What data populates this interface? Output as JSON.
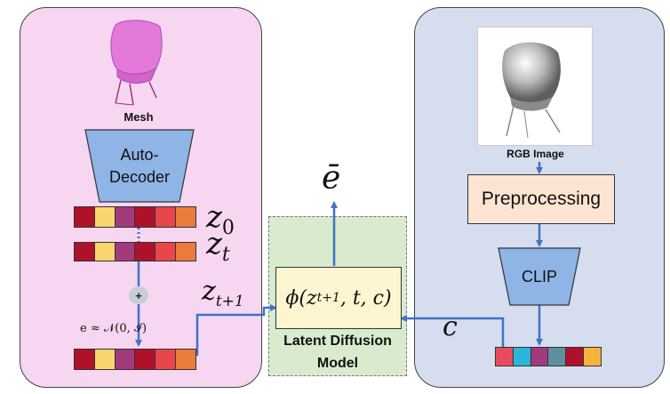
{
  "left_panel": {
    "mesh_label": "Mesh",
    "autodecoder_label_1": "Auto-",
    "autodecoder_label_2": "Decoder",
    "z0_label": "z",
    "z0_sub": "0",
    "zt_label": "z",
    "zt_sub": "t",
    "plus_label": "+",
    "noise_label": "e ≈ 𝒩(0, ℐ)",
    "colors": {
      "panel": "#f6d6f1",
      "trapezoid": "#8fb4e6"
    }
  },
  "vectors": {
    "z0_colors": [
      "#b0112a",
      "#f9d56e",
      "#a23b7d",
      "#b0112a",
      "#e8464a",
      "#ea7b3b"
    ],
    "zt_colors": [
      "#b0112a",
      "#f9d56e",
      "#a23b7d",
      "#b0112a",
      "#e8464a",
      "#ea7b3b"
    ],
    "noisy_colors": [
      "#b0112a",
      "#f9d56e",
      "#a23b7d",
      "#b0112a",
      "#e8464a",
      "#ea7b3b"
    ],
    "c_colors": [
      "#e84a5f",
      "#2bb6d8",
      "#a23b7d",
      "#5f8ea0",
      "#b0112a",
      "#f5b53d"
    ]
  },
  "center": {
    "zt1_label": "z",
    "zt1_sub": "t+1",
    "ebar_label": "ē",
    "phi_label": "ϕ(z",
    "phi_sub": "t+1",
    "phi_rest": ", t, c)",
    "model_label_1": "Latent Diffusion",
    "model_label_2": "Model",
    "c_label": "c",
    "colors": {
      "box": "#d8ebcf",
      "phi_box": "#fdf5cf"
    }
  },
  "right_panel": {
    "rgb_label": "RGB Image",
    "preprocessing_label": "Preprocessing",
    "clip_label": "CLIP",
    "colors": {
      "panel": "#d5ddef",
      "preprocessing": "#fce4d2",
      "trapezoid": "#8fb4e6"
    }
  },
  "arrow_color": "#3f73c4"
}
